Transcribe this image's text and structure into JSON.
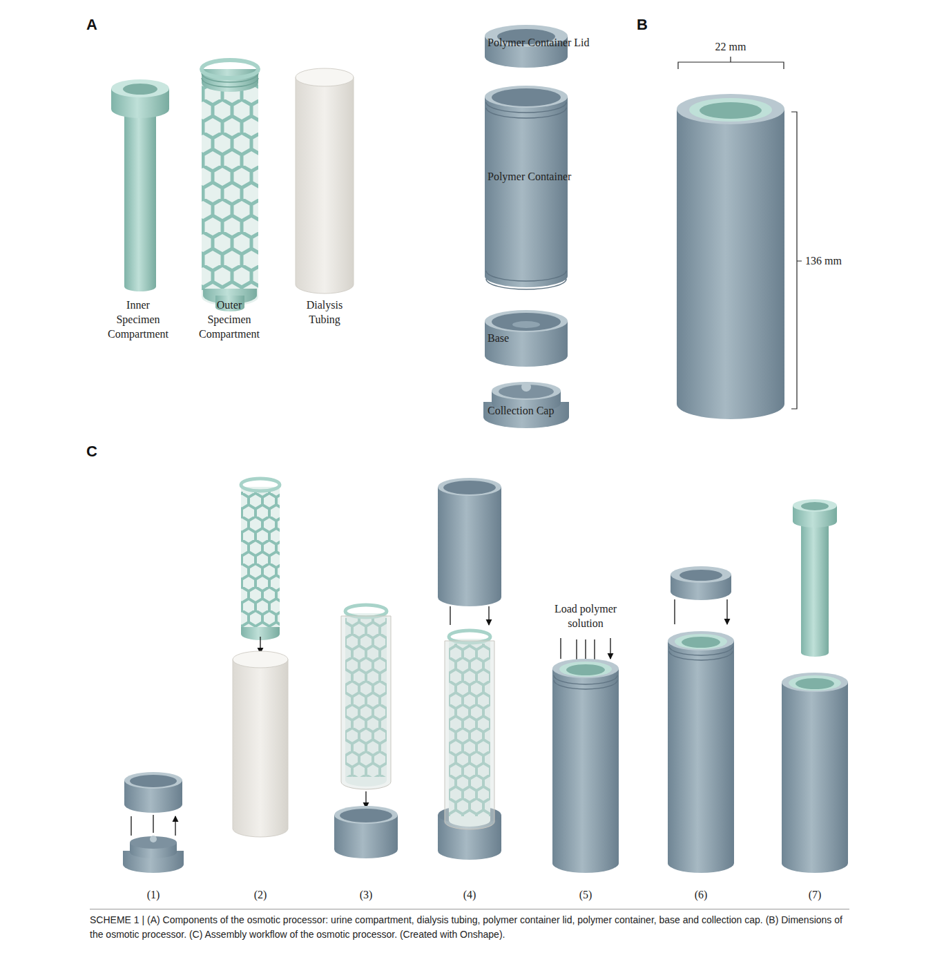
{
  "diagram": {
    "caption": "SCHEME 1 | (A) Components of the osmotic processor: urine compartment, dialysis tubing, polymer container lid, polymer container, base and collection cap. (B) Dimensions of the osmotic processor. (C) Assembly workflow of the osmotic processor. (Created with Onshape).",
    "labels": [
      "A",
      "Inner Specimen Compartment",
      "Outer Specimen Compartment",
      "Dialysis Tubing",
      "Polymer Container Lid",
      "Polymer Container",
      "Base",
      "Collection Cap",
      "B",
      "22 mm",
      "136 mm",
      "C",
      "Load polymer solution",
      "(1)",
      "(2)",
      "(3)",
      "(4)",
      "(5)",
      "(6)",
      "(7)"
    ]
  }
}
